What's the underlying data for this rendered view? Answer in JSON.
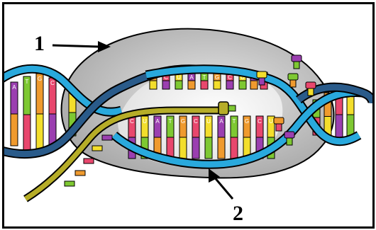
{
  "figure": {
    "labels": [
      {
        "id": "label-1",
        "text": "1"
      },
      {
        "id": "label-2",
        "text": "2"
      }
    ],
    "colors": {
      "enzyme": "#b9b9b9",
      "bubble": "#f4f4f4",
      "strand_blue": "#29a9dd",
      "strand_dark": "#2a5b8a",
      "rna": "#b6ad28",
      "base_purple": "#9b3fb0",
      "base_green": "#7ec832",
      "base_orange": "#ef9a2e",
      "base_red": "#e8476d",
      "base_yellow": "#f3de2c"
    },
    "base_letters": [
      "A",
      "T",
      "G",
      "C",
      "U"
    ]
  }
}
